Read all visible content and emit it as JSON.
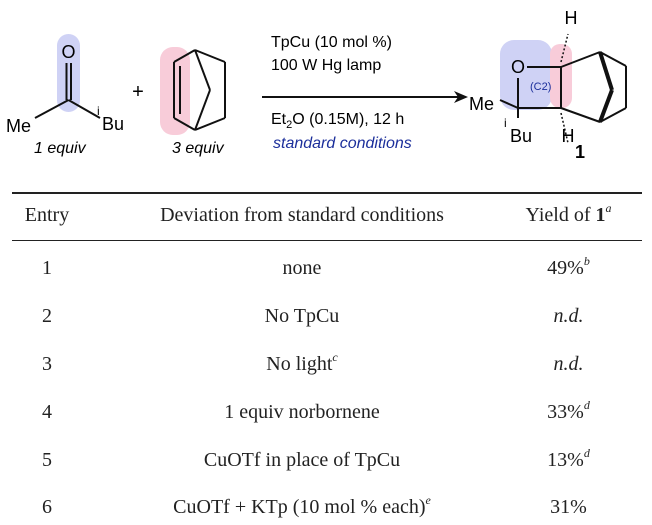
{
  "scheme": {
    "reactant_ketone": {
      "o_label": "O",
      "me_label": "Me",
      "ibu_label": "Bu",
      "ibu_sup": "i",
      "equiv": "1 equiv"
    },
    "plus": "+",
    "reactant_alkene": {
      "equiv": "3 equiv"
    },
    "conditions": {
      "line1": "TpCu (10 mol %)",
      "line2": "100 W Hg lamp",
      "line3_pre": "Et",
      "line3_sub": "2",
      "line3_post": "O (0.15M), 12 h",
      "line4": "standard conditions"
    },
    "product": {
      "o_label": "O",
      "c2_label": "(C2)",
      "me_label": "Me",
      "ibu_label": "Bu",
      "ibu_sup": "i",
      "h_top": "H",
      "h_bottom": "H",
      "compound_number": "1"
    },
    "colors": {
      "blue_highlight": "#cfd2f5",
      "pink_highlight": "#f8ccd9",
      "conditions_blue": "#1c2f9b"
    }
  },
  "table": {
    "headers": {
      "entry": "Entry",
      "deviation": "Deviation from standard conditions",
      "yield_text": "Yield of ",
      "yield_bold": "1",
      "yield_sup": "a"
    },
    "rows": [
      {
        "entry": "1",
        "deviation": "none",
        "dev_sup": "",
        "yield": "49%",
        "yield_sup": "b",
        "yield_italic": false
      },
      {
        "entry": "2",
        "deviation": "No TpCu",
        "dev_sup": "",
        "yield": "n.d.",
        "yield_sup": "",
        "yield_italic": true
      },
      {
        "entry": "3",
        "deviation": "No light",
        "dev_sup": "c",
        "yield": "n.d.",
        "yield_sup": "",
        "yield_italic": true
      },
      {
        "entry": "4",
        "deviation": "1 equiv norbornene",
        "dev_sup": "",
        "yield": "33%",
        "yield_sup": "d",
        "yield_italic": false
      },
      {
        "entry": "5",
        "deviation": "CuOTf in place of TpCu",
        "dev_sup": "",
        "yield": "13%",
        "yield_sup": "d",
        "yield_italic": false
      },
      {
        "entry": "6",
        "deviation": "CuOTf + KTp (10 mol % each)",
        "dev_sup": "e",
        "yield": "31%",
        "yield_sup": "",
        "yield_italic": false
      }
    ]
  }
}
